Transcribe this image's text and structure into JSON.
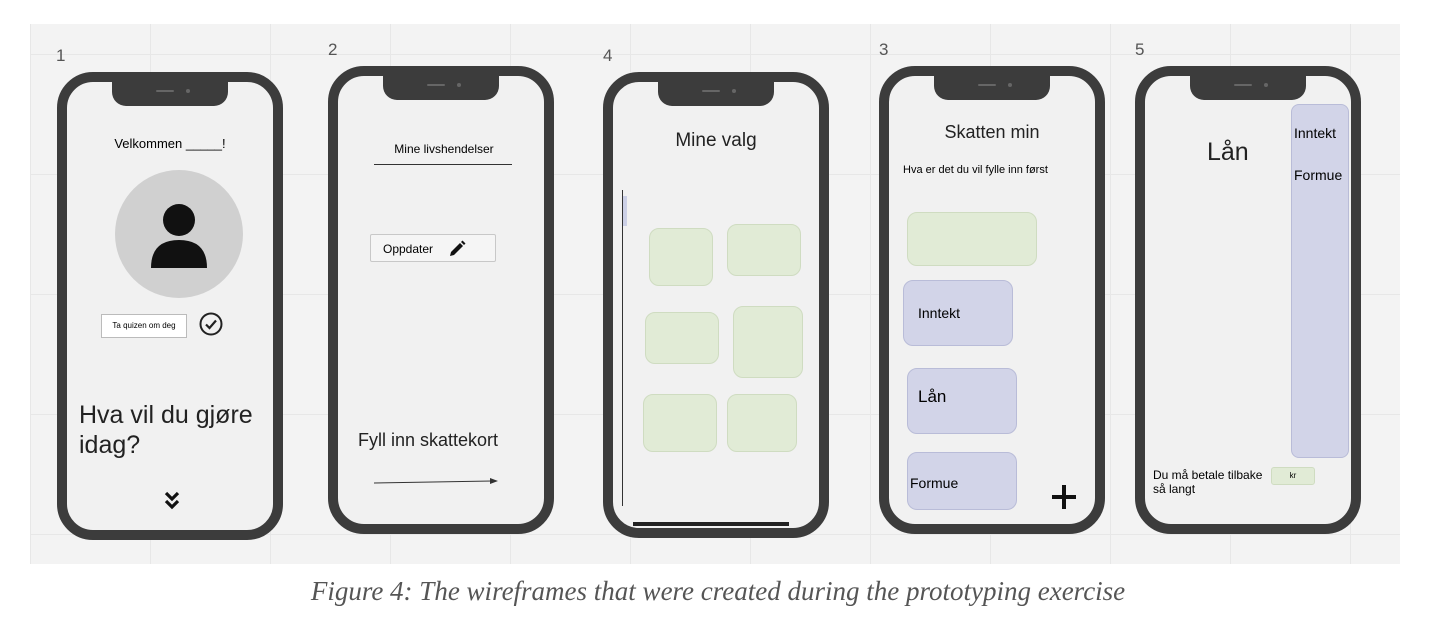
{
  "phones": [
    {
      "number": "1",
      "welcome": "Velkommen _____!",
      "quiz_button": "Ta quizen om deg",
      "question": "Hva vil du gjøre idag?"
    },
    {
      "number": "2",
      "title": "Mine livshendelser",
      "update_button": "Oppdater",
      "cta": "Fyll inn skattekort"
    },
    {
      "number": "4",
      "title": "Mine valg"
    },
    {
      "number": "3",
      "title": "Skatten min",
      "subtitle": "Hva er det du vil fylle inn først",
      "cards": [
        "Inntekt",
        "Lån",
        "Formue"
      ]
    },
    {
      "number": "5",
      "title": "Lån",
      "side_items": [
        "Inntekt",
        "Formue"
      ],
      "repay_text": "Du må betale tilbake så langt",
      "unit": "kr"
    }
  ],
  "caption": "Figure 4: The wireframes that were created during the prototyping exercise",
  "colors": {
    "card_green": "#e1ebd6",
    "card_lavender": "#d2d4e8",
    "phone_frame": "#3c3c3c"
  }
}
